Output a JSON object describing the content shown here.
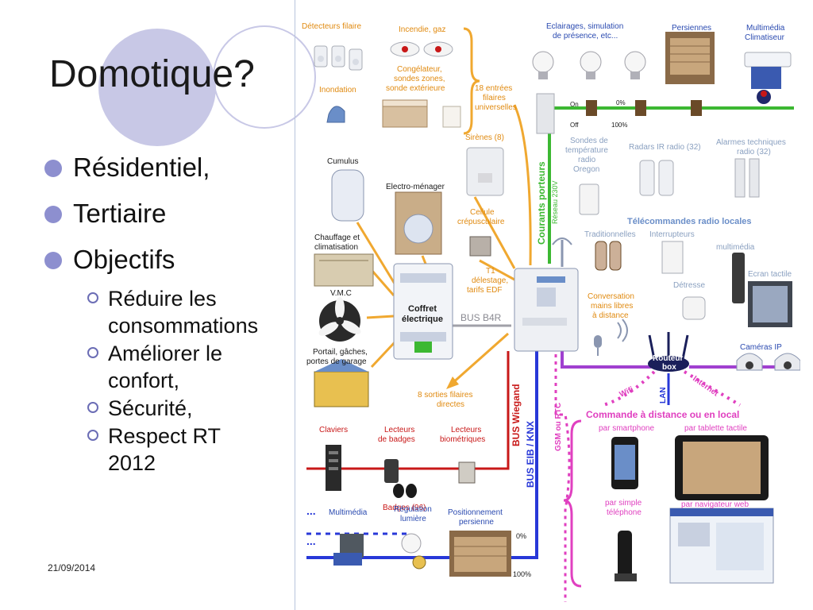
{
  "slide": {
    "title": "Domotique?",
    "bullets": [
      "Résidentiel,",
      "Tertiaire",
      "Objectifs"
    ],
    "sub_bullets": [
      {
        "line1": "Réduire les",
        "line2": "consommations"
      },
      {
        "line1": "Améliorer le",
        "line2": "confort,"
      },
      {
        "line1": "Sécurité,",
        "line2": ""
      },
      {
        "line1": "Respect RT",
        "line2": "2012"
      }
    ],
    "date": "21/09/2014"
  },
  "diagram": {
    "labels": {
      "detecteurs": "Détecteurs filaire",
      "incendie": "Incendie, gaz",
      "inondation": "Inondation",
      "congelateur": [
        "Congélateur,",
        "sondes zones,",
        "sonde extérieure"
      ],
      "entrees": [
        "18 entrées",
        "filaires",
        "universelles"
      ],
      "eclairages": [
        "Eclairages, simulation",
        "de présence, etc..."
      ],
      "persiennes": "Persiennes",
      "multimedia_clim": [
        "Multimédia",
        "Climatiseur"
      ],
      "sirenes": "Sirènes (8)",
      "cumulus": "Cumulus",
      "electromenager": "Electro-ménager",
      "chauffage": [
        "Chauffage et",
        "climatisation"
      ],
      "cellule": [
        "Cellule",
        "crépusculaire"
      ],
      "vmc": "V.M.C",
      "t1": [
        "T1",
        "délestage,",
        "tarifs EDF"
      ],
      "coffret": [
        "Coffret",
        "électrique"
      ],
      "bus_b4r": "BUS B4R",
      "portail": [
        "Portail, gâches,",
        "portes de garage"
      ],
      "sorties": [
        "8 sorties filaires",
        "directes"
      ],
      "courants": "Courants porteurs",
      "reseau": "Réseau 230V",
      "sondes": [
        "Sondes de",
        "température",
        "radio",
        "Oregon"
      ],
      "radars": "Radars IR radio (32)",
      "alarmes": [
        "Alarmes techniques",
        "radio (32)"
      ],
      "telecommandes": "Télécommandes radio locales",
      "traditionnelles": "Traditionnelles",
      "interrupteurs": "Interrupteurs",
      "multimedia2": "multimédia",
      "detresse": "Détresse",
      "ecran": "Ecran tactile",
      "conversation": [
        "Conversation",
        "mains libres",
        "à distance"
      ],
      "cameras": "Caméras IP",
      "routeur": [
        "Routeur",
        "box"
      ],
      "wifi": "Wifi",
      "lan": "LAN",
      "internet": "Internet",
      "bus_wiegand": "BUS Wiegand",
      "bus_eib": "BUS EIB / KNX",
      "gsm": "GSM ou RTC",
      "claviers": "Claviers",
      "lecteurs_badges": [
        "Lecteurs",
        "de badges"
      ],
      "lecteurs_bio": [
        "Lecteurs",
        "biométriques"
      ],
      "badges": "Badges (96)",
      "commande": "Commande à distance ou en local",
      "smartphone": "par smartphone",
      "tablette": "par tablette tactile",
      "simple_tel": [
        "par simple",
        "téléphone"
      ],
      "navigateur": "par navigateur web",
      "dots1": "...",
      "multimedia3": "Multimédia",
      "regulation": [
        "Régulation",
        "lumière"
      ],
      "positionnement": [
        "Positionnement",
        "persienne"
      ],
      "dots2": "...",
      "on": "On",
      "off": "Off",
      "p0": "0%",
      "p100": "100%",
      "p0b": "0%",
      "p100b": "100%"
    },
    "colors": {
      "orange": "#f0a830",
      "green": "#3cb832",
      "blue": "#2838d8",
      "red": "#c81818",
      "purple": "#a040d0",
      "pink": "#e040c0",
      "navy": "#1a2a8a",
      "label_red": "#b02020",
      "label_orange": "#e08a10",
      "label_grey": "#8aa0c0",
      "label_blue": "#2a4ab0"
    }
  }
}
